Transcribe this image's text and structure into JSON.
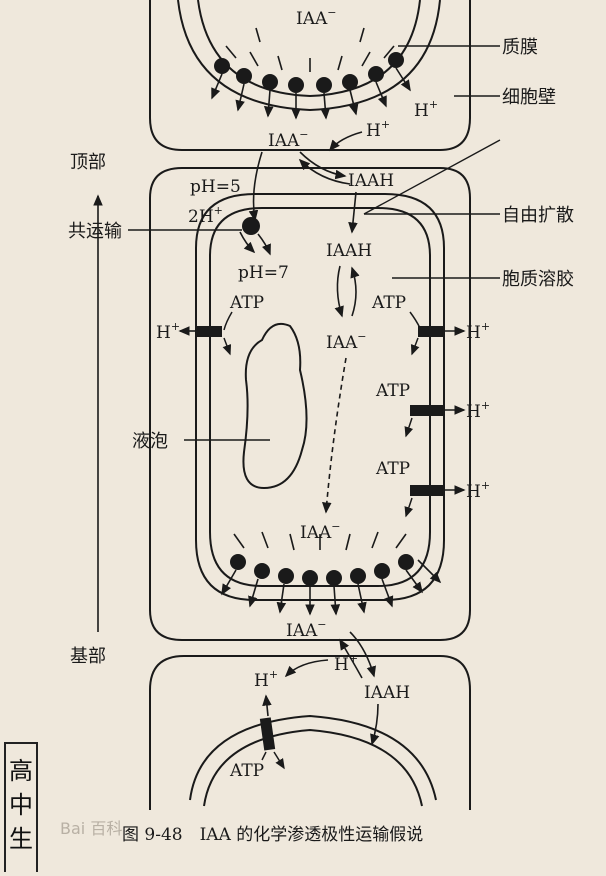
{
  "labels": {
    "plasma_membrane": "质膜",
    "cell_wall": "细胞壁",
    "free_diffusion": "自由扩散",
    "cytosol": "胞质溶胶",
    "apex": "顶部",
    "symport": "共运输",
    "vacuole": "液泡",
    "base": "基部"
  },
  "chem": {
    "iaa_minus": "IAA",
    "minus": "−",
    "iaah": "IAAH",
    "h": "H",
    "plus": "+",
    "two_h": "2H",
    "atp": "ATP",
    "ph5": "pH=5",
    "ph7": "pH=7"
  },
  "caption": "图 9-48　IAA 的化学渗透极性运输假说",
  "side_box_chars": [
    "高",
    "中",
    "生"
  ],
  "watermark": "Bai 百科"
}
